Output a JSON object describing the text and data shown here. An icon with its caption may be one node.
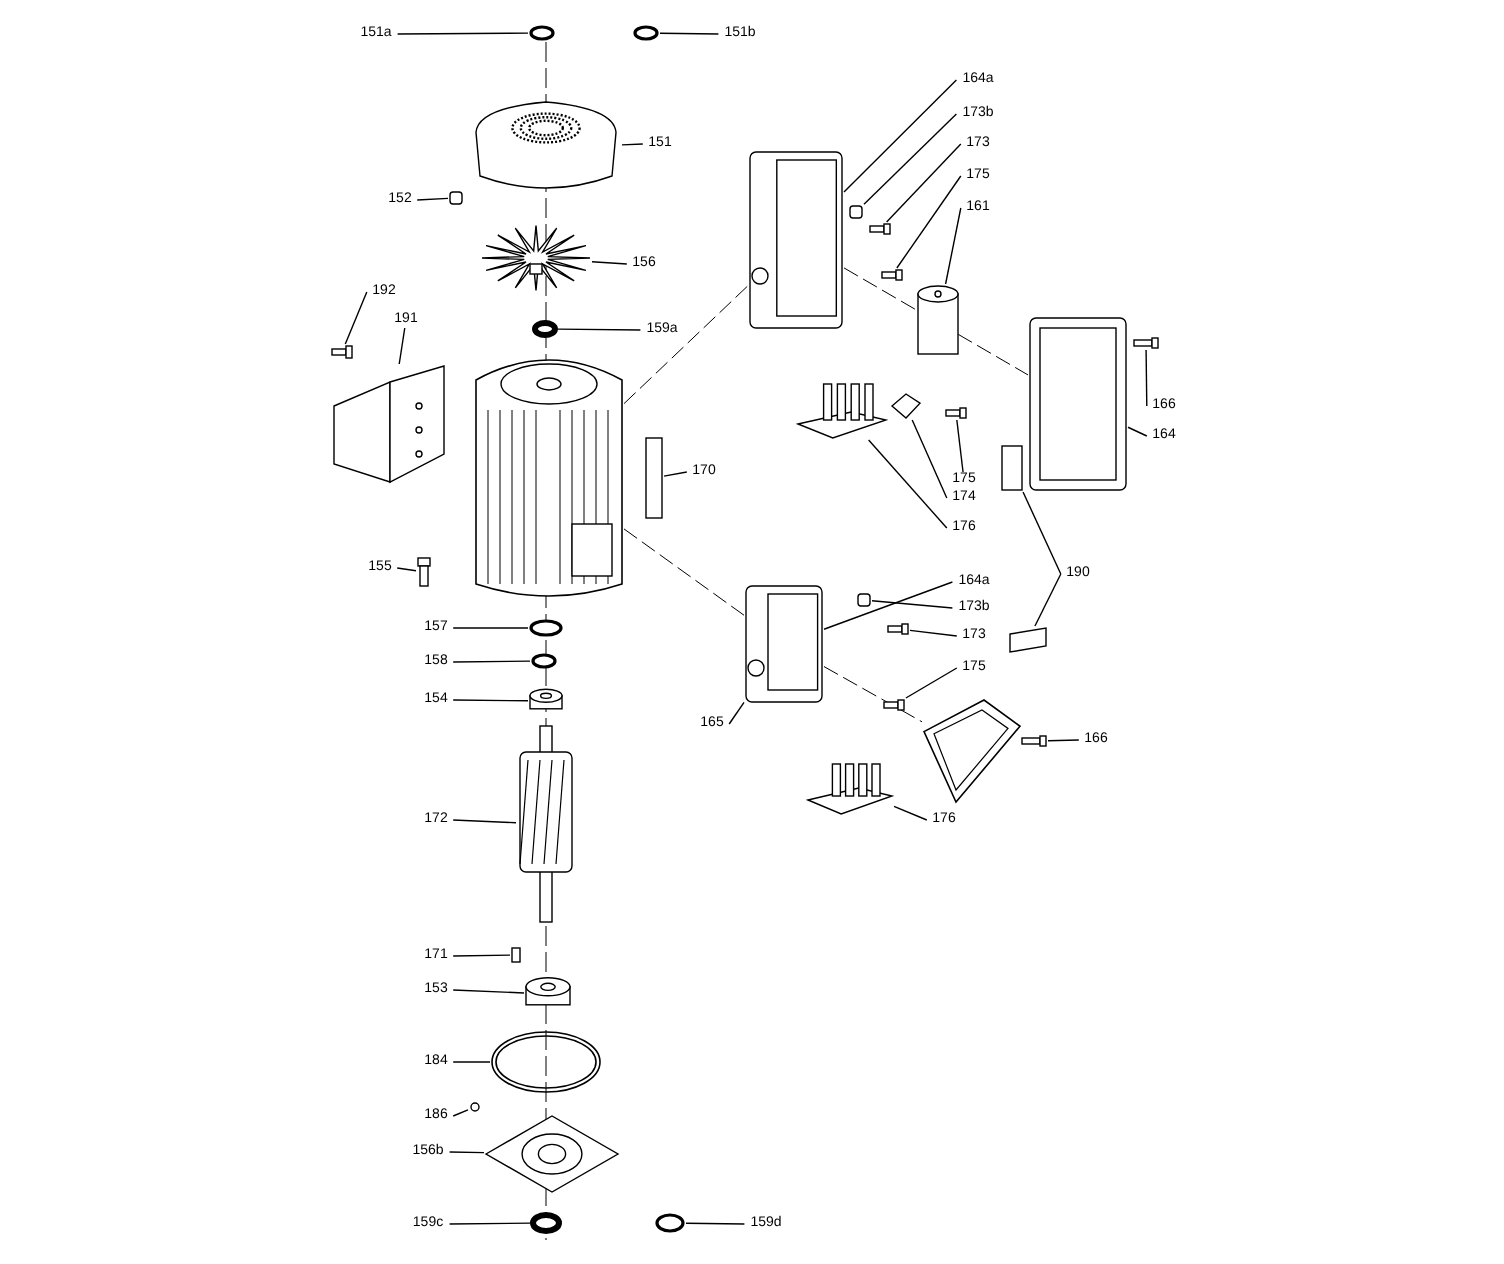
{
  "diagram": {
    "nodes": [
      {
        "text": [
          "151a"
        ]
      },
      {
        "text": [],
        "shape": "circle"
      },
      {
        "text": [
          "151b"
        ]
      },
      {
        "text": [],
        "shape": "circle"
      },
      {
        "text": [
          "151"
        ]
      },
      {
        "text": [],
        "shape": "picture"
      },
      {
        "text": [
          "152"
        ]
      },
      {
        "text": [],
        "shape": "box"
      },
      {
        "text": [
          "156"
        ]
      },
      {
        "text": [],
        "shape": "picture"
      },
      {
        "text": [
          "159a"
        ]
      },
      {
        "text": [],
        "shape": "circle"
      },
      {
        "text": [
          "192"
        ]
      },
      {
        "text": [],
        "shape": "picture"
      },
      {
        "text": [
          "191"
        ]
      },
      {
        "text": [],
        "shape": "picture"
      },
      {
        "text": [
          "170"
        ]
      },
      {
        "text": [],
        "shape": "box"
      },
      {
        "text": [
          "155"
        ]
      },
      {
        "text": [],
        "shape": "picture"
      },
      {
        "text": [
          "157"
        ]
      },
      {
        "text": [],
        "shape": "circle"
      },
      {
        "text": [
          "158"
        ]
      },
      {
        "text": [],
        "shape": "circle"
      },
      {
        "text": [
          "154"
        ]
      },
      {
        "text": [],
        "shape": "cylinder"
      },
      {
        "text": [
          "172"
        ]
      },
      {
        "text": [],
        "shape": "picture"
      },
      {
        "text": [
          "171"
        ]
      },
      {
        "text": [],
        "shape": "box"
      },
      {
        "text": [
          "153"
        ]
      },
      {
        "text": [],
        "shape": "cylinder"
      },
      {
        "text": [
          "184"
        ]
      },
      {
        "text": [],
        "shape": "picture"
      },
      {
        "text": [
          "186"
        ]
      },
      {
        "text": [],
        "shape": "circle"
      },
      {
        "text": [
          "156b"
        ]
      },
      {
        "text": [],
        "shape": "picture"
      },
      {
        "text": [
          "159c"
        ]
      },
      {
        "text": [],
        "shape": "circle"
      },
      {
        "text": [
          "159d"
        ]
      },
      {
        "text": [],
        "shape": "circle"
      },
      {
        "text": [
          "164a"
        ]
      },
      {
        "text": [],
        "shape": "picture"
      },
      {
        "text": [
          "173b"
        ]
      },
      {
        "text": [],
        "shape": "box"
      },
      {
        "text": [
          "173"
        ]
      },
      {
        "text": [],
        "shape": "picture"
      },
      {
        "text": [
          "175"
        ]
      },
      {
        "text": [],
        "shape": "picture"
      },
      {
        "text": [
          "161"
        ]
      },
      {
        "text": [],
        "shape": "cylinder"
      },
      {
        "text": [
          "166"
        ]
      },
      {
        "text": [],
        "shape": "picture"
      },
      {
        "text": [
          "164"
        ]
      },
      {
        "text": [],
        "shape": "picture"
      },
      {
        "text": [
          "175"
        ]
      },
      {
        "text": [],
        "shape": "picture"
      },
      {
        "text": [
          "174"
        ]
      },
      {
        "text": [],
        "shape": "picture"
      },
      {
        "text": [
          "176"
        ]
      },
      {
        "text": [],
        "shape": "picture"
      },
      {
        "text": [
          "190"
        ]
      },
      {
        "text": [],
        "shape": "box"
      },
      {
        "text": [],
        "shape": "box"
      },
      {
        "text": [
          "164a"
        ]
      },
      {
        "text": [],
        "shape": "picture"
      },
      {
        "text": [
          "173b"
        ]
      },
      {
        "text": [],
        "shape": "box"
      },
      {
        "text": [
          "173"
        ]
      },
      {
        "text": [],
        "shape": "picture"
      },
      {
        "text": [
          "175"
        ]
      },
      {
        "text": [],
        "shape": "picture"
      },
      {
        "text": [
          "165"
        ]
      },
      {
        "text": [
          "166"
        ]
      },
      {
        "text": [],
        "shape": "picture"
      },
      {
        "text": [
          "176"
        ]
      },
      {
        "text": [],
        "shape": "picture"
      },
      {
        "text": [],
        "shape": "picture"
      },
      {
        "text": [],
        "shape": "picture"
      }
    ],
    "edges": [
      {
        "from": 0,
        "to": 1,
        "arrow": "none"
      },
      {
        "from": 2,
        "to": 3,
        "arrow": "none"
      },
      {
        "from": 4,
        "to": 5,
        "arrow": "none"
      },
      {
        "from": 6,
        "to": 7,
        "arrow": "none"
      },
      {
        "from": 8,
        "to": 9,
        "arrow": "none"
      },
      {
        "from": 10,
        "to": 11,
        "arrow": "none"
      },
      {
        "from": 12,
        "to": 13,
        "arrow": "none"
      },
      {
        "from": 14,
        "to": 15,
        "arrow": "none"
      },
      {
        "from": 16,
        "to": 17,
        "arrow": "none"
      },
      {
        "from": 18,
        "to": 19,
        "arrow": "none"
      },
      {
        "from": 20,
        "to": 21,
        "arrow": "none"
      },
      {
        "from": 22,
        "to": 23,
        "arrow": "none"
      },
      {
        "from": 24,
        "to": 25,
        "arrow": "none"
      },
      {
        "from": 26,
        "to": 27,
        "arrow": "none"
      },
      {
        "from": 28,
        "to": 29,
        "arrow": "none"
      },
      {
        "from": 30,
        "to": 31,
        "arrow": "none"
      },
      {
        "from": 32,
        "to": 33,
        "arrow": "none"
      },
      {
        "from": 34,
        "to": 35,
        "arrow": "none"
      },
      {
        "from": 36,
        "to": 37,
        "arrow": "none"
      },
      {
        "from": 38,
        "to": 39,
        "arrow": "none"
      },
      {
        "from": 40,
        "to": 41,
        "arrow": "none"
      },
      {
        "from": 42,
        "to": 43,
        "arrow": "none"
      },
      {
        "from": 44,
        "to": 45,
        "arrow": "none"
      },
      {
        "from": 46,
        "to": 47,
        "arrow": "none"
      },
      {
        "from": 48,
        "to": 49,
        "arrow": "none"
      },
      {
        "from": 50,
        "to": 51,
        "arrow": "none"
      },
      {
        "from": 52,
        "to": 53,
        "arrow": "none"
      },
      {
        "from": 54,
        "to": 55,
        "arrow": "none"
      },
      {
        "from": 56,
        "to": 57,
        "arrow": "none"
      },
      {
        "from": 58,
        "to": 59,
        "arrow": "none"
      },
      {
        "from": 60,
        "to": 61,
        "arrow": "none"
      },
      {
        "from": 62,
        "to": 63,
        "arrow": "none"
      },
      {
        "from": 62,
        "to": 64,
        "arrow": "none"
      },
      {
        "from": 65,
        "to": 66,
        "arrow": "none"
      },
      {
        "from": 67,
        "to": 68,
        "arrow": "none"
      },
      {
        "from": 69,
        "to": 70,
        "arrow": "none"
      },
      {
        "from": 71,
        "to": 72,
        "arrow": "none"
      },
      {
        "from": 73,
        "to": 66,
        "arrow": "none"
      },
      {
        "from": 74,
        "to": 75,
        "arrow": "none"
      },
      {
        "from": 76,
        "to": 77,
        "arrow": "none"
      },
      {
        "from": 78,
        "to": 43,
        "arrow": "none",
        "style": "dashed"
      },
      {
        "from": 78,
        "to": 66,
        "arrow": "none",
        "style": "dashed"
      },
      {
        "from": 43,
        "to": 55,
        "arrow": "none",
        "style": "dashed"
      },
      {
        "from": 66,
        "to": 79,
        "arrow": "none",
        "style": "dashed"
      }
    ]
  }
}
